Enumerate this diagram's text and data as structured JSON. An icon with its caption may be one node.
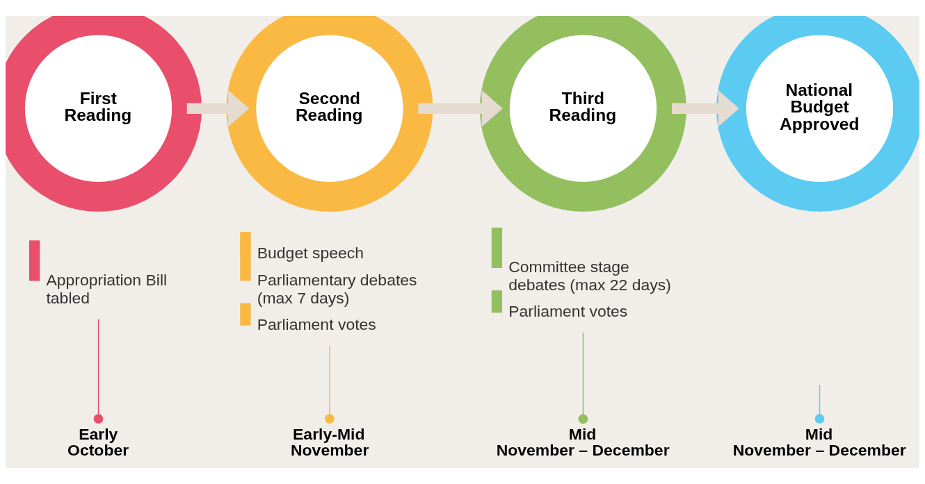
{
  "diagram": {
    "nodes": [
      {
        "text": [
          "First Reading"
        ]
      },
      {
        "text": [
          "Second Reading"
        ]
      },
      {
        "text": [
          "Third Reading"
        ]
      },
      {
        "text": [
          "National Budget Approved"
        ]
      },
      {
        "text": [
          "Appropriation Bill tabled"
        ]
      },
      {
        "text": [
          "Budget speech",
          "Parliamentary debates (max 7 days)",
          "Parliament votes"
        ]
      },
      {
        "text": [
          "Committee stage debates (max 22 days)",
          "Parliament votes"
        ]
      },
      {
        "text": [
          "Early October"
        ]
      },
      {
        "text": [
          "Early-Mid November"
        ]
      },
      {
        "text": [
          "Mid November – December"
        ]
      },
      {
        "text": [
          "Mid November – December"
        ]
      }
    ],
    "edges": [
      {
        "from": 0,
        "to": 1,
        "arrow": "to",
        "style": "thick",
        "color": "#e6dbd0"
      },
      {
        "from": 1,
        "to": 2,
        "arrow": "to",
        "style": "thick",
        "color": "#e6dbd0"
      },
      {
        "from": 2,
        "to": 3,
        "arrow": "to",
        "style": "thick",
        "color": "#e6dbd0"
      },
      {
        "from": 4,
        "to": 7,
        "arrow": "other",
        "color": "#e94e6b"
      },
      {
        "from": 5,
        "to": 8,
        "arrow": "other",
        "color": "#f9b943"
      },
      {
        "from": 6,
        "to": 9,
        "arrow": "other",
        "color": "#93bf5f"
      },
      {
        "from": null,
        "to": 10,
        "arrow": "other",
        "color": "#5bcbf2"
      }
    ]
  }
}
